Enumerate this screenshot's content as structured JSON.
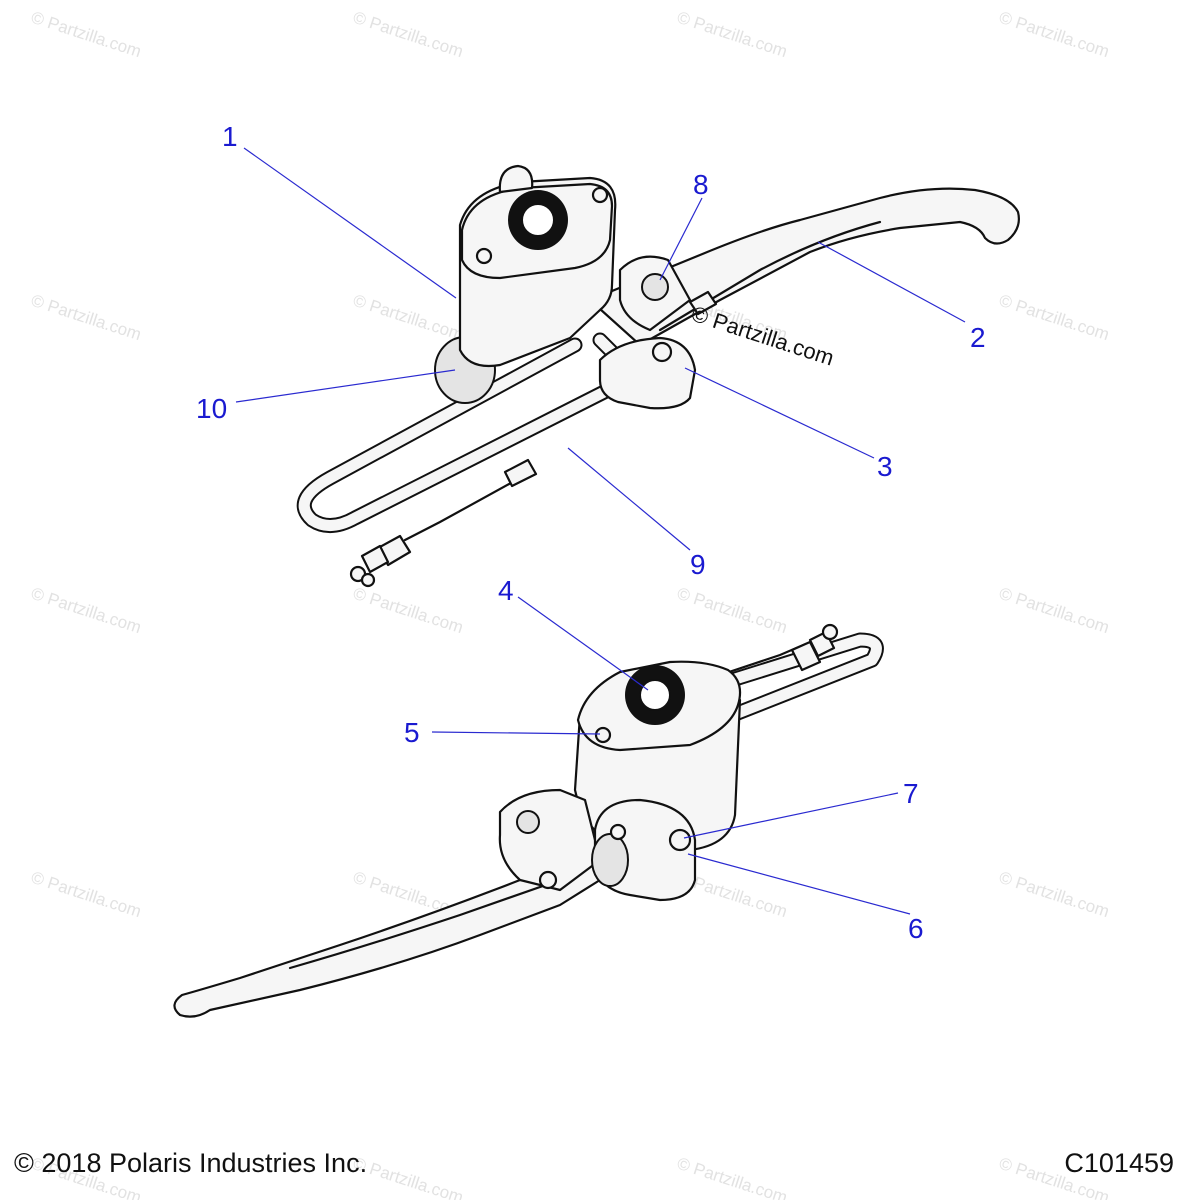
{
  "watermark": {
    "text": "© Partzilla.com"
  },
  "callouts": [
    {
      "id": "1",
      "label": "1"
    },
    {
      "id": "2",
      "label": "2"
    },
    {
      "id": "3",
      "label": "3"
    },
    {
      "id": "4",
      "label": "4"
    },
    {
      "id": "5",
      "label": "5"
    },
    {
      "id": "6",
      "label": "6"
    },
    {
      "id": "7",
      "label": "7"
    },
    {
      "id": "8",
      "label": "8"
    },
    {
      "id": "9",
      "label": "9"
    },
    {
      "id": "10",
      "label": "10"
    }
  ],
  "footer": {
    "copyright": "© 2018 Polaris Industries Inc.",
    "drawing_id": "C101459"
  },
  "colors": {
    "callout": "#1a1ad0",
    "line_art": "#111111",
    "watermark": "#e2e2e2"
  }
}
